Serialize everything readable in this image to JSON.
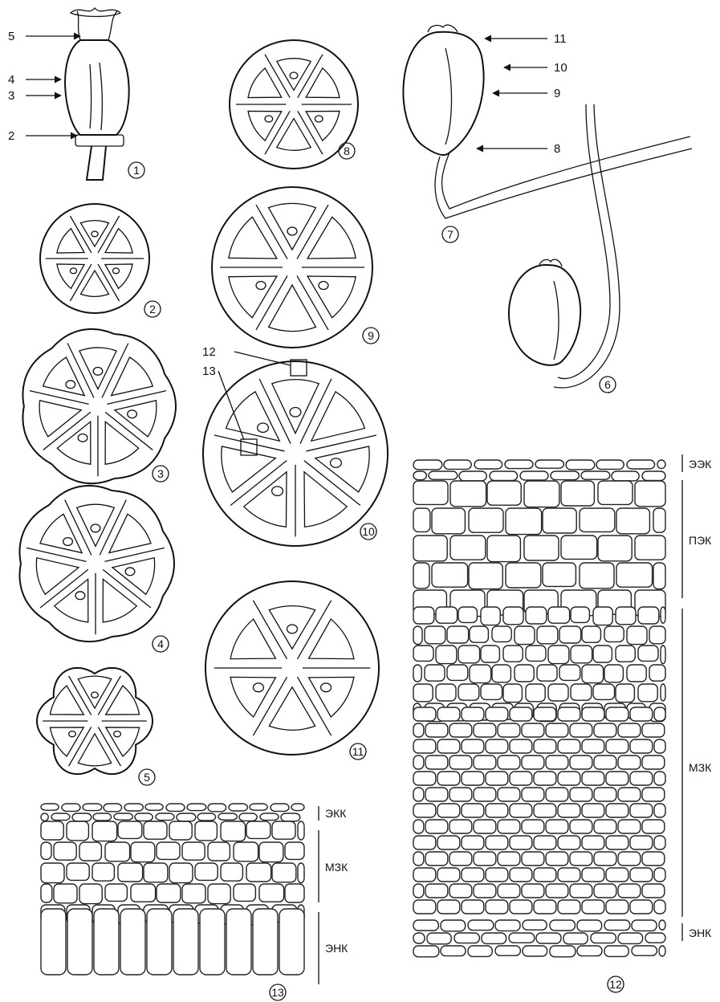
{
  "callouts": [
    "5",
    "4",
    "3",
    "2",
    "11",
    "10",
    "9",
    "8",
    "12",
    "13"
  ],
  "figure_numbers": [
    "1",
    "2",
    "3",
    "4",
    "5",
    "6",
    "7",
    "8",
    "9",
    "10",
    "11",
    "12",
    "13"
  ],
  "layer_labels": {
    "fig12": [
      "ЭЭК",
      "ПЭК",
      "МЗК",
      "ЭНК"
    ],
    "fig13": [
      "ЭКК",
      "МЗК",
      "ЭНК"
    ]
  }
}
